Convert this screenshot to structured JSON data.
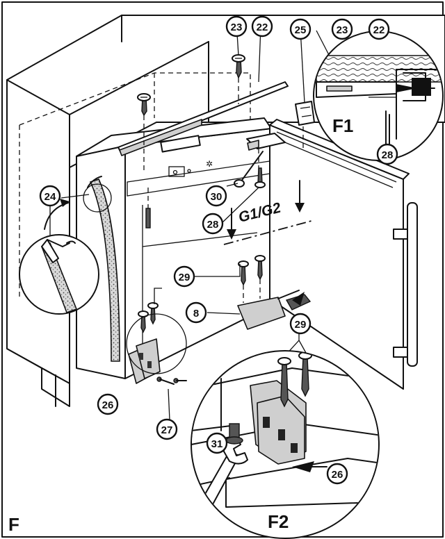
{
  "figure_letter": "F",
  "detail_labels": {
    "f1": "F1",
    "f2": "F2",
    "axis": "G1/G2"
  },
  "callouts": {
    "c22_top": "22",
    "c23_top": "23",
    "c25": "25",
    "c23_f1": "23",
    "c22_f1": "22",
    "c28_f1": "28",
    "c24": "24",
    "c30": "30",
    "c28": "28",
    "c29_left": "29",
    "c8": "8",
    "c29_f2": "29",
    "c26_left": "26",
    "c27": "27",
    "c31": "31",
    "c26_f2": "26"
  },
  "colors": {
    "ink": "#111111",
    "paper": "#ffffff",
    "seal_texture": "#bdbdbd"
  }
}
